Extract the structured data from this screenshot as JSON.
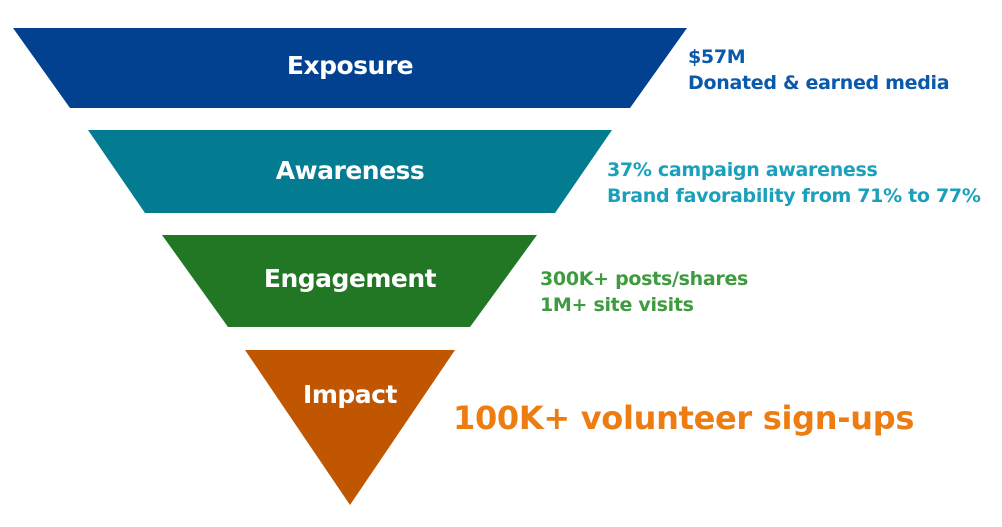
{
  "stages": [
    {
      "label": "Exposure",
      "color": "#02418f",
      "notes": [
        "$57M",
        "Donated & earned media"
      ],
      "note_color": "#0a59aa"
    },
    {
      "label": "Awareness",
      "color": "#037b91",
      "notes": [
        "37% campaign awareness",
        "Brand favorability from 71% to 77%"
      ],
      "note_color": "#1aa0bb"
    },
    {
      "label": "Engagement",
      "color": "#217723",
      "notes": [
        "300K+ posts/shares",
        "1M+ site visits"
      ],
      "note_color": "#3f9b3f"
    },
    {
      "label": "Impact",
      "color": "#c05600",
      "notes": [
        "100K+ volunteer sign-ups"
      ],
      "note_color": "#ee7d11"
    }
  ]
}
